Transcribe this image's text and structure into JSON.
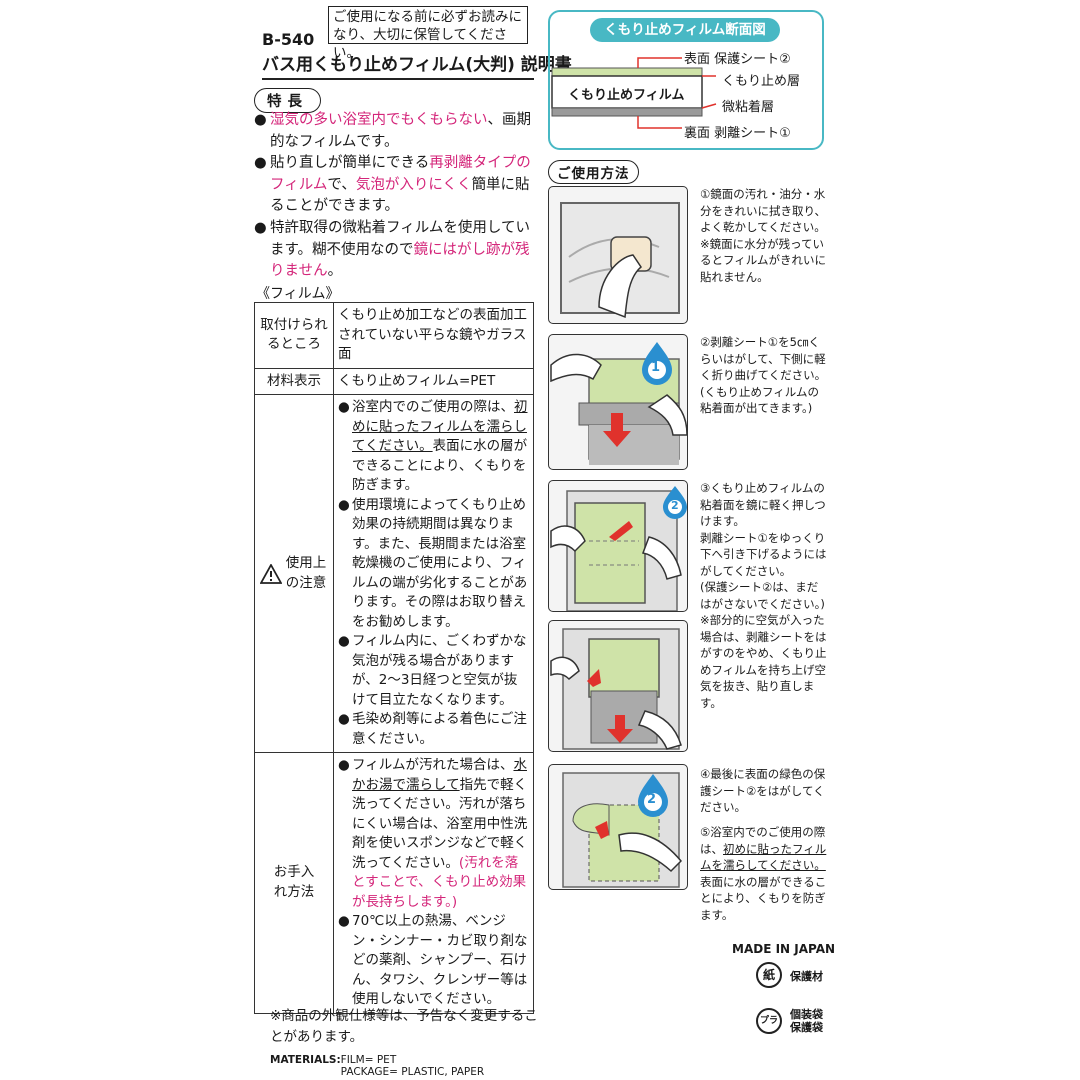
{
  "header": {
    "notice_line1": "ご使用になる前に必ずお読みに",
    "notice_line2": "なり、大切に保管してください。",
    "product_code": "B-540",
    "title": "バス用くもり止めフィルム(大判) 説明書"
  },
  "features": {
    "label": "特長",
    "items": [
      {
        "pink": "湿気の多い浴室内でもくもらない",
        "rest": "、画期的なフィルムです。"
      },
      {
        "a": "貼り直しが簡単にできる",
        "pink1": "再剥離タイプのフィルム",
        "b": "で、",
        "pink2": "気泡が入りにくく",
        "c": "簡単に貼ることができます。"
      },
      {
        "a": "特許取得の微粘着フィルムを使用しています。糊不使用なので",
        "pink": "鏡にはがし跡が残りません",
        "b": "。"
      }
    ]
  },
  "film_heading": "《フィルム》",
  "spec": {
    "mount_label": "取付けられるところ",
    "mount_value": "くもり止め加工などの表面加工されていない平らな鏡やガラス面",
    "material_label": "材料表示",
    "material_value": "くもり止めフィルム=PET",
    "caution_label": "使用上の注意",
    "caution_1_a": "浴室内でのご使用の際は、",
    "caution_1_u": "初めに貼ったフィルムを濡らしてください。",
    "caution_1_b": "表面に水の層ができることにより、くもりを防ぎます。",
    "caution_2": "使用環境によってくもり止め効果の持続期間は異なります。また、長期間または浴室乾燥機のご使用により、フィルムの端が劣化することがあります。その際はお取り替えをお勧めします。",
    "caution_3": "フィルム内に、ごくわずかな気泡が残る場合がありますが、2〜3日経つと空気が抜けて目立たなくなります。",
    "caution_4": "毛染め剤等による着色にご注意ください。",
    "care_label": "お手入れ方法",
    "care_1_a": "フィルムが汚れた場合は、",
    "care_1_u": "水かお湯で濡らして",
    "care_1_b": "指先で軽く洗ってください。汚れが落ちにくい場合は、浴室用中性洗剤を使いスポンジなどで軽く洗ってください。",
    "care_1_pink": "(汚れを落とすことで、くもり止め効果が長持ちします。)",
    "care_2": "70℃以上の熱湯、ベンジン・シンナー・カビ取り剤などの薬剤、シャンプー、石けん、タワシ、クレンザー等は使用しないでください。"
  },
  "note": "※商品の外観仕様等は、予告なく変更することがあります。",
  "materials": {
    "label": "MATERIALS:",
    "film": "FILM= PET",
    "package": "PACKAGE= PLASTIC, PAPER"
  },
  "diagram": {
    "title": "くもり止めフィルム断面図",
    "top_sheet": "表面 保護シート②",
    "antifog_layer": "くもり止め層",
    "film_label": "くもり止めフィルム",
    "adhesive_layer": "微粘着層",
    "back_sheet": "裏面 剥離シート①"
  },
  "howto": {
    "label": "ご使用方法",
    "step1": "①鏡面の汚れ・油分・水分をきれいに拭き取り、よく乾かしてください。",
    "step1_note": "※鏡面に水分が残っているとフィルムがきれいに貼れません。",
    "step2": "②剥離シート①を5㎝くらいはがして、下側に軽く折り曲げてください。",
    "step2_note": "(くもり止めフィルムの粘着面が出てきます。)",
    "step3": "③くもり止めフィルムの粘着面を鏡に軽く押しつけます。",
    "step3_b": "剥離シート①をゆっくり下へ引き下げるようにはがしてください。",
    "step3_c": "(保護シート②は、まだはがさないでください。)",
    "step3_note": "※部分的に空気が入った場合は、剥離シートをはがすのをやめ、くもり止めフィルムを持ち上げ空気を抜き、貼り直します。",
    "step4": "④最後に表面の緑色の保護シート②をはがしてください。",
    "step5_a": "⑤浴室内でのご使用の際は、",
    "step5_u": "初めに貼ったフィルムを濡らしてください。",
    "step5_b": "表面に水の層ができることにより、くもりを防ぎます。",
    "badge1": "1",
    "badge2": "2"
  },
  "footer": {
    "made_in": "MADE IN JAPAN",
    "paper_mark": "紙",
    "paper_label": "保護材",
    "plastic_mark": "プラ",
    "plastic_label_1": "個装袋",
    "plastic_label_2": "保護袋"
  },
  "colors": {
    "accent_pink": "#d4267a",
    "diagram_teal": "#48b8c4",
    "film_green": "#cfe3a8",
    "arrow_red": "#e0322c",
    "badge_blue": "#2a8fd0"
  }
}
